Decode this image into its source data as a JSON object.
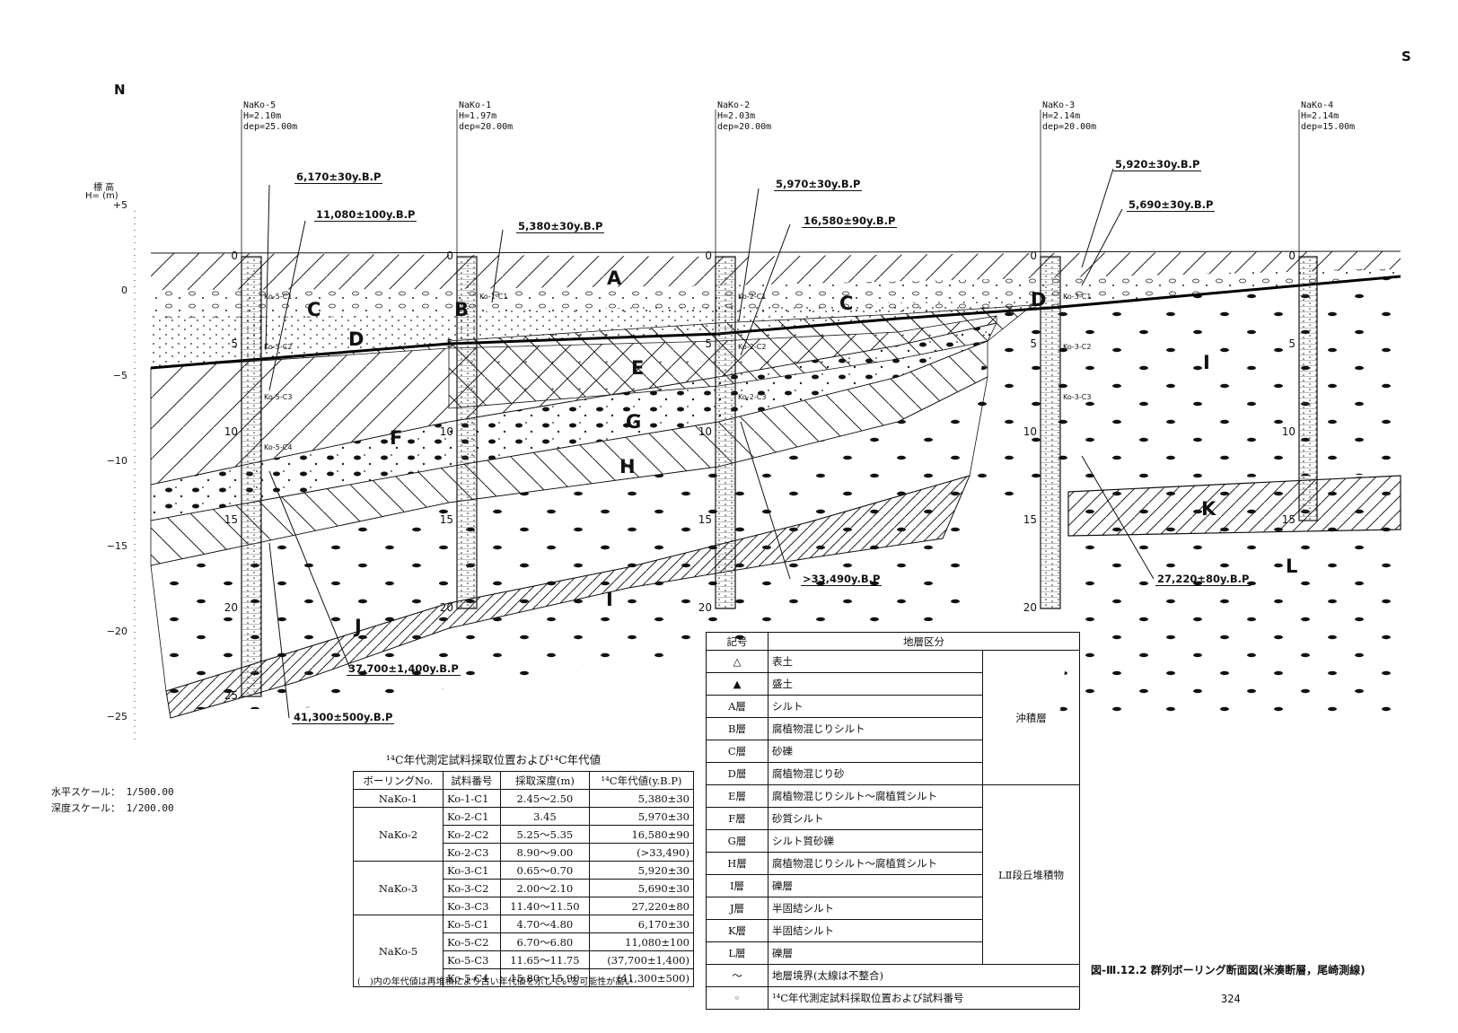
{
  "direction": {
    "north": "N",
    "south": "S"
  },
  "elevation_axis": {
    "label_line1": "標 高",
    "label_line2": "H= (m)",
    "ticks": [
      "+5",
      "0",
      "−5",
      "−10",
      "−15",
      "−20",
      "−25"
    ]
  },
  "scales": {
    "horizontal": "水平スケール： 1/500.00",
    "depth": "深度スケール： 1/200.00"
  },
  "boreholes": [
    {
      "id": "NaKo-5",
      "h": "H=2.10m",
      "dep": "dep=25.00m",
      "depth_ticks": [
        "0",
        "5",
        "10",
        "15",
        "20",
        "25"
      ],
      "samples": [
        "Ko-5-C1",
        "Ko-5-C2",
        "Ko-5-C3",
        "Ko-5-C4"
      ]
    },
    {
      "id": "NaKo-1",
      "h": "H=1.97m",
      "dep": "dep=20.00m",
      "depth_ticks": [
        "0",
        "5",
        "10",
        "15",
        "20"
      ],
      "samples": [
        "Ko-1-C1"
      ]
    },
    {
      "id": "NaKo-2",
      "h": "H=2.03m",
      "dep": "dep=20.00m",
      "depth_ticks": [
        "0",
        "5",
        "10",
        "15",
        "20"
      ],
      "samples": [
        "Ko-2-C1",
        "Ko-2-C2",
        "Ko-2-C3"
      ]
    },
    {
      "id": "NaKo-3",
      "h": "H=2.14m",
      "dep": "dep=20.00m",
      "depth_ticks": [
        "0",
        "5",
        "10",
        "15",
        "20"
      ],
      "samples": [
        "Ko-3-C1",
        "Ko-3-C2",
        "Ko-3-C3"
      ]
    },
    {
      "id": "NaKo-4",
      "h": "H=2.14m",
      "dep": "dep=15.00m",
      "depth_ticks": [
        "0",
        "5",
        "10",
        "15"
      ],
      "samples": []
    }
  ],
  "layer_letters": [
    "A",
    "B",
    "C",
    "D",
    "E",
    "F",
    "G",
    "H",
    "I",
    "J",
    "K",
    "L"
  ],
  "date_callouts": [
    "6,170±30y.B.P",
    "11,080±100y.B.P",
    "5,380±30y.B.P",
    "5,970±30y.B.P",
    "16,580±90y.B.P",
    "5,920±30y.B.P",
    "5,690±30y.B.P",
    ">33,490y.B.P",
    "27,220±80y.B.P",
    "37,700±1,400y.B.P",
    "41,300±500y.B.P"
  ],
  "c14_table": {
    "title": "¹⁴C年代測定試料採取位置および¹⁴C年代値",
    "headers": [
      "ボーリングNo.",
      "試料番号",
      "採取深度(m)",
      "¹⁴C年代値(y.B.P)"
    ],
    "groups": [
      {
        "boring": "NaKo-1",
        "rows": [
          [
            "Ko-1-C1",
            "2.45～2.50",
            "5,380±30"
          ]
        ]
      },
      {
        "boring": "NaKo-2",
        "rows": [
          [
            "Ko-2-C1",
            "3.45",
            "5,970±30"
          ],
          [
            "Ko-2-C2",
            "5.25～5.35",
            "16,580±90"
          ],
          [
            "Ko-2-C3",
            "8.90～9.00",
            "(>33,490)"
          ]
        ]
      },
      {
        "boring": "NaKo-3",
        "rows": [
          [
            "Ko-3-C1",
            "0.65～0.70",
            "5,920±30"
          ],
          [
            "Ko-3-C2",
            "2.00～2.10",
            "5,690±30"
          ],
          [
            "Ko-3-C3",
            "11.40～11.50",
            "27,220±80"
          ]
        ]
      },
      {
        "boring": "NaKo-5",
        "rows": [
          [
            "Ko-5-C1",
            "4.70～4.80",
            "6,170±30"
          ],
          [
            "Ko-5-C2",
            "6.70～6.80",
            "11,080±100"
          ],
          [
            "Ko-5-C3",
            "11.65～11.75",
            "(37,700±1,400)"
          ],
          [
            "Ko-5-C4",
            "15.80～15.90",
            "(41,300±500)"
          ]
        ]
      }
    ],
    "note": "(　)内の年代値は再堆積により古い年代値を示している可能性が高い"
  },
  "legend": {
    "headers": [
      "記号",
      "地層区分"
    ],
    "rows": [
      {
        "symbol": "△",
        "label": "表土"
      },
      {
        "symbol": "▲",
        "label": "盛土"
      },
      {
        "symbol": "A層",
        "label": "シルト"
      },
      {
        "symbol": "B層",
        "label": "腐植物混じりシルト"
      },
      {
        "symbol": "C層",
        "label": "砂礫"
      },
      {
        "symbol": "D層",
        "label": "腐植物混じり砂"
      },
      {
        "symbol": "E層",
        "label": "腐植物混じりシルト～腐植質シルト"
      },
      {
        "symbol": "F層",
        "label": "砂質シルト"
      },
      {
        "symbol": "G層",
        "label": "シルト質砂礫"
      },
      {
        "symbol": "H層",
        "label": "腐植物混じりシルト～腐植質シルト"
      },
      {
        "symbol": "I層",
        "label": "礫層"
      },
      {
        "symbol": "J層",
        "label": "半固結シルト"
      },
      {
        "symbol": "K層",
        "label": "半固結シルト"
      },
      {
        "symbol": "L層",
        "label": "礫層"
      },
      {
        "symbol": "～",
        "label": "地層境界(太線は不整合)"
      },
      {
        "symbol": "◦",
        "label": "¹⁴C年代測定試料採取位置および試料番号"
      }
    ],
    "group_alluvium": "沖積層",
    "group_terrace": "LⅡ段丘堆積物"
  },
  "caption": "図-Ⅲ.12.2 群列ボーリング断面図(米湊断層，尾崎測線)",
  "page_number": "324"
}
